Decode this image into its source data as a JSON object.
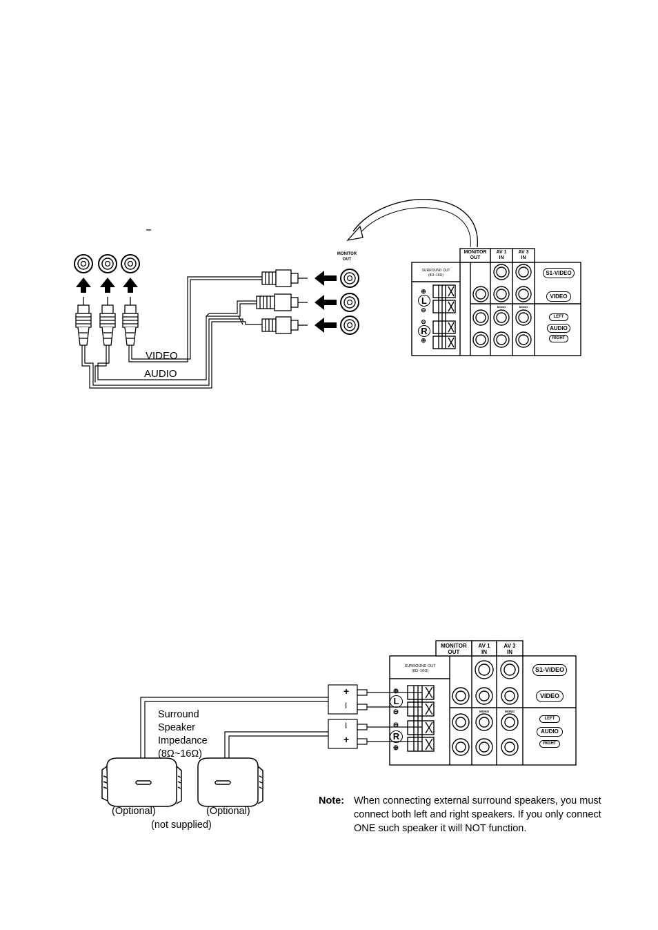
{
  "top_diagram": {
    "cable_video": "VIDEO",
    "cable_audio": "AUDIO",
    "monitor_out_small": "MONITOR\nOUT"
  },
  "panel": {
    "header_monitor_out": "MONITOR\nOUT",
    "header_av1": "AV 1\nIN",
    "header_av3": "AV 3\nIN",
    "surround_out": "SURROUND OUT\n(8Ω~16Ω)",
    "mono_1": "MONO",
    "mono_2": "MONO",
    "s1_video": "S1-VIDEO",
    "video": "VIDEO",
    "left": "LEFT",
    "audio": "AUDIO",
    "right": "RIGHT",
    "term_plus": "⊕",
    "term_minus": "⊖",
    "term_L": "L",
    "term_R": "R"
  },
  "bottom_diagram": {
    "plus": "+",
    "minus": "I",
    "impedance_line1": "Surround",
    "impedance_line2": "Speaker",
    "impedance_line3": "Impedance",
    "impedance_line4": "(8Ω~16Ω)",
    "optional_left": "(Optional)",
    "optional_right": "(Optional)",
    "not_supplied": "(not supplied)"
  },
  "note": {
    "label": "Note:",
    "text": "When connecting external surround speakers, you must connect both left and right speakers. If you only connect ONE such speaker it will NOT function."
  }
}
